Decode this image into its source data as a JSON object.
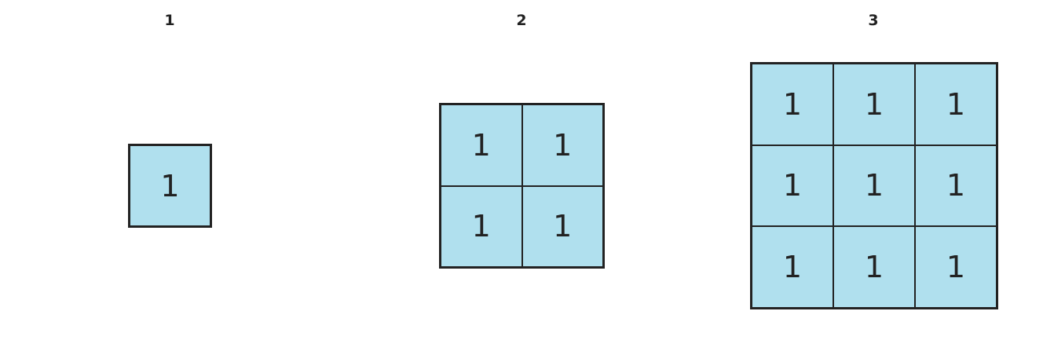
{
  "colors": {
    "cell_fill": "#b0e0ee",
    "border": "#222222",
    "text": "#222222",
    "background": "#ffffff"
  },
  "grids": [
    {
      "title": "1",
      "cells": [
        [
          "1"
        ]
      ]
    },
    {
      "title": "2",
      "cells": [
        [
          "1",
          "1"
        ],
        [
          "1",
          "1"
        ]
      ]
    },
    {
      "title": "3",
      "cells": [
        [
          "1",
          "1",
          "1"
        ],
        [
          "1",
          "1",
          "1"
        ],
        [
          "1",
          "1",
          "1"
        ]
      ]
    }
  ]
}
